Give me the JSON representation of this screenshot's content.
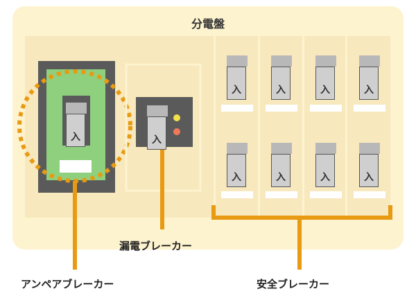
{
  "panel": {
    "title": "分電盤"
  },
  "switch_label": "入",
  "captions": {
    "ampere_breaker": "アンペアブレーカー",
    "leakage_breaker": "漏電ブレーカー",
    "safety_breaker": "安全ブレーカー"
  },
  "colors": {
    "panel_bg": "#fdf3cf",
    "inner_bg": "#f8e8bd",
    "breaker_dark": "#5a5a5a",
    "ampere_green": "#8fd07f",
    "leader_orange": "#e89a12",
    "led_yellow": "#f4e04a",
    "led_red": "#f07a5a"
  },
  "icons": {
    "switch": "toggle-switch-icon",
    "indicator": "indicator-lamp-icon"
  }
}
